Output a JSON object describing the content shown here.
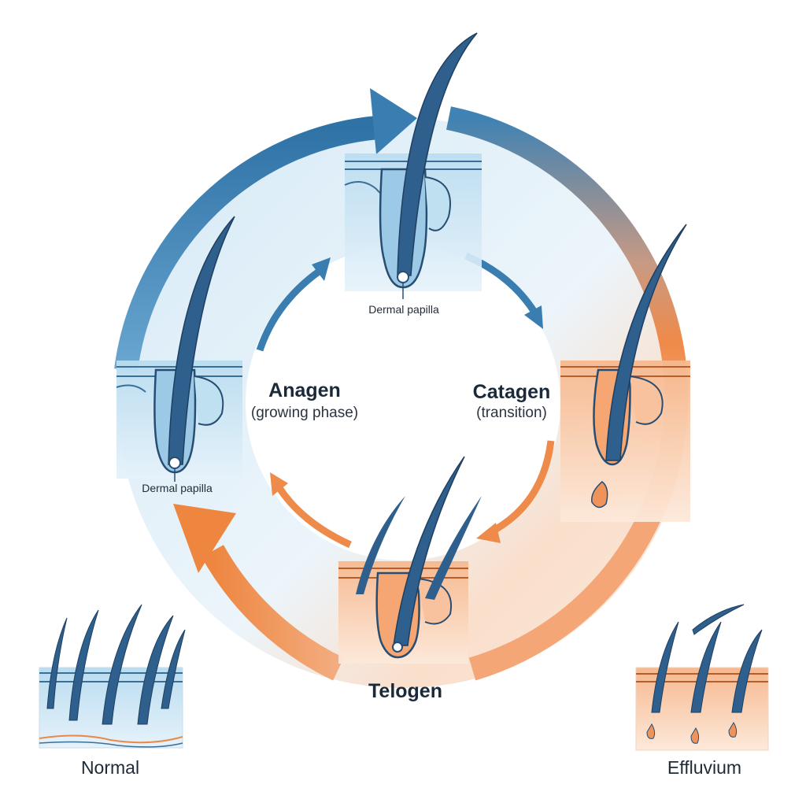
{
  "diagram": {
    "phases": {
      "anagen": {
        "title": "Anagen",
        "subtitle": "(growing phase)"
      },
      "catagen": {
        "title": "Catagen",
        "subtitle": "(transition)"
      },
      "telogen": {
        "title": "Telogen"
      }
    },
    "annotations": {
      "top_papilla": "Dermal papilla",
      "left_papilla": "Dermal papilla"
    },
    "comparison": {
      "normal": "Normal",
      "effluvium": "Effluvium"
    },
    "colors": {
      "blue_dark": "#2f6e9e",
      "blue_arrow": "#3a7db0",
      "blue_light": "#d6eaf6",
      "orange": "#ee8a4a",
      "orange_light": "#fbe2cf",
      "hair": "#274d73"
    }
  }
}
